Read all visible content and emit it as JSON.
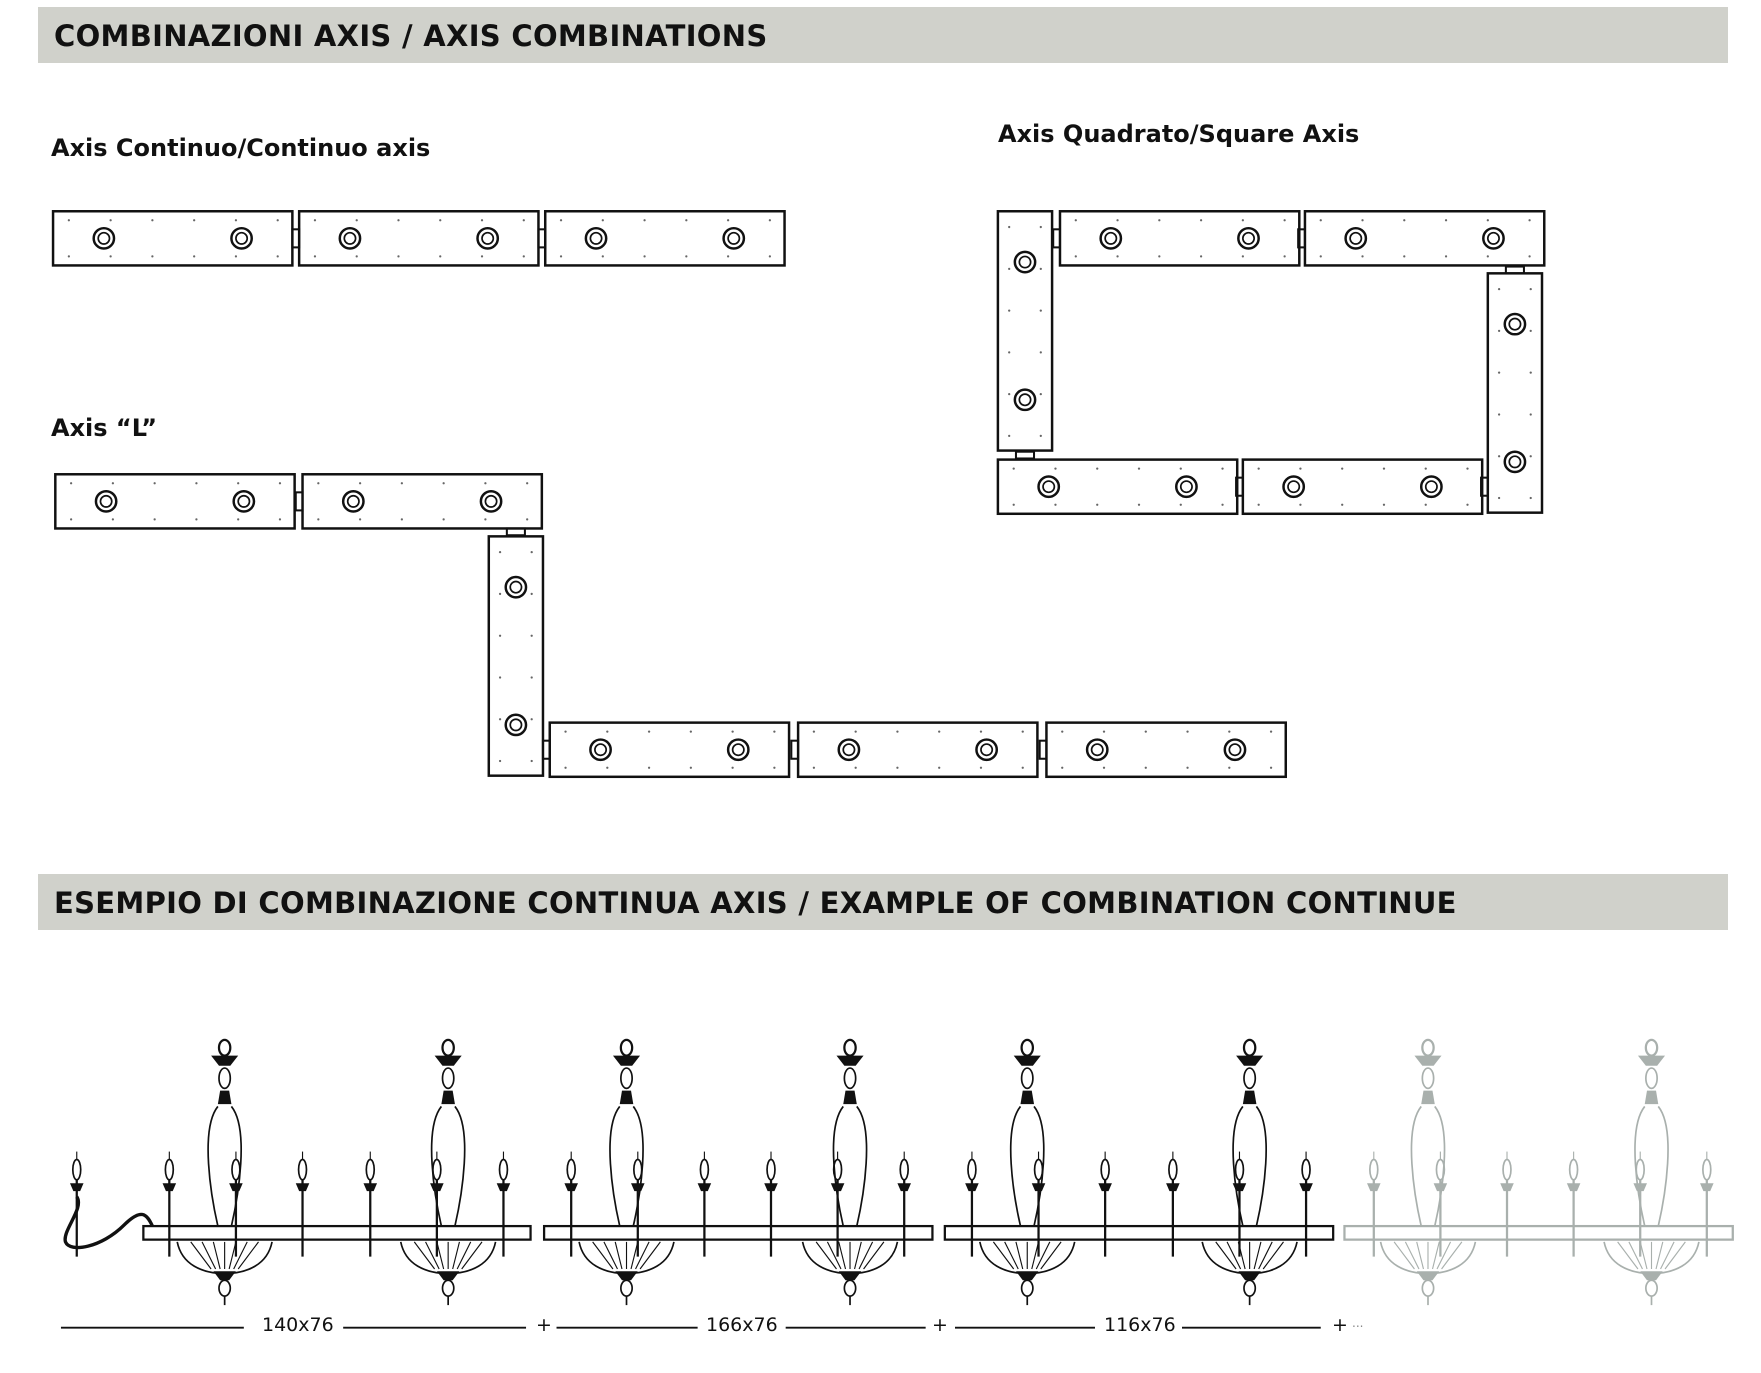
{
  "section1": {
    "title": "COMBINAZIONI AXIS / AXIS COMBINATIONS"
  },
  "combos": {
    "continuous": "Axis Continuo/Continuo axis",
    "square": "Axis Quadrato/Square Axis",
    "l_shape": "Axis “L”"
  },
  "section2": {
    "title": "ESEMPIO DI COMBINAZIONE CONTINUA  AXIS / EXAMPLE OF COMBINATION CONTINUE"
  },
  "dimensions": [
    {
      "label": "140x76",
      "sep": "+"
    },
    {
      "label": "166x76",
      "sep": "+"
    },
    {
      "label": "116x76",
      "sep": "+"
    }
  ],
  "dimension_end": "...",
  "colors": {
    "header_bg": "#d0d1cb",
    "line": "#111111",
    "ghost": "#a9b0ad"
  }
}
